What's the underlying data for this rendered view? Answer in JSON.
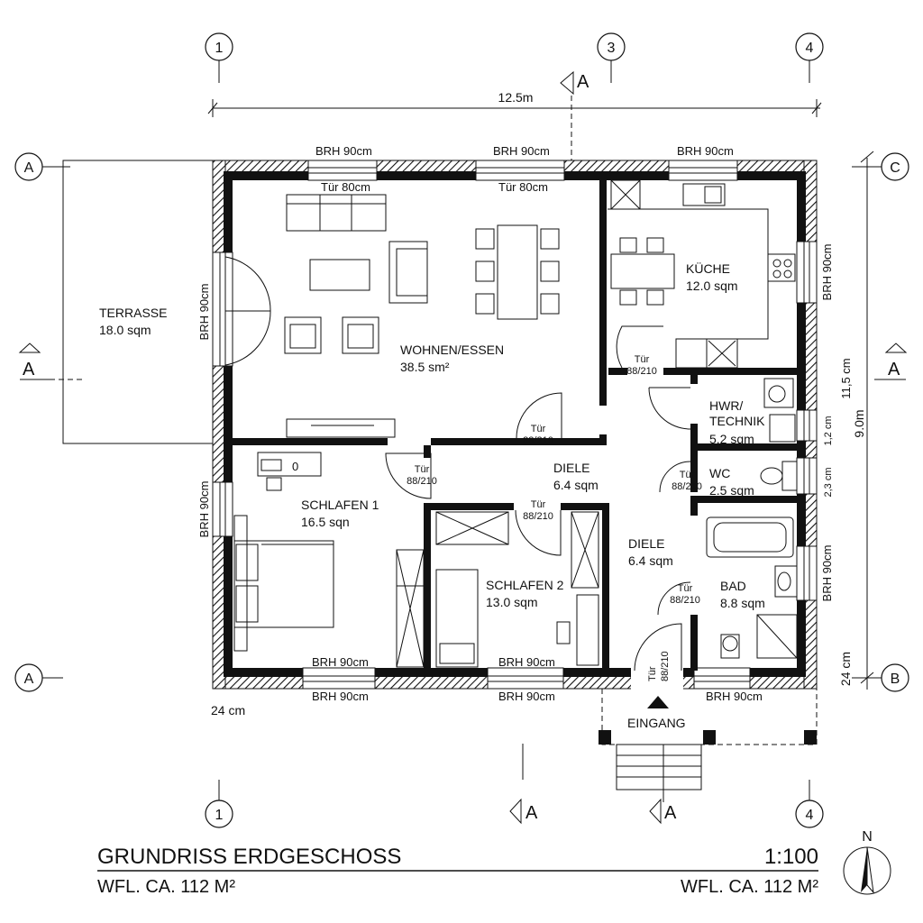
{
  "title": "GRUNDRISS ERDGESCHOSS",
  "scale": "1:100",
  "area_left": "WFL. CA. 112 M²",
  "area_right": "WFL. CA. 112 M²",
  "north": "N",
  "axes": {
    "top": [
      "1",
      "3",
      "4"
    ],
    "bottom": [
      "1",
      "4"
    ],
    "left": [
      "A",
      "A"
    ],
    "right": [
      "C",
      "B"
    ]
  },
  "section_marks": {
    "label": "A"
  },
  "dimensions": {
    "total_width": "12.5m",
    "total_height": "9.0m",
    "wall_bottom": "24 cm",
    "wall_right": "24 cm",
    "right_11_5": "11,5 cm",
    "right_1_2": "1,2 cm",
    "right_2_3": "2,3 cm"
  },
  "rooms": {
    "terrasse": {
      "name": "TERRASSE",
      "area": "18.0 sqm"
    },
    "wohnen": {
      "name": "WOHNEN/ESSEN",
      "area": "38.5 sm²"
    },
    "kueche": {
      "name": "KÜCHE",
      "area": "12.0 sqm"
    },
    "hwr": {
      "name1": "HWR/",
      "name2": "TECHNIK",
      "area": "5.2 sqm"
    },
    "wc": {
      "name": "WC",
      "area": "2.5 sqm"
    },
    "diele1": {
      "name": "DIELE",
      "area": "6.4 sqm"
    },
    "diele2": {
      "name": "DIELE",
      "area": "6.4 sqm"
    },
    "schlafen1": {
      "name": "SCHLAFEN 1",
      "area": "16.5 sqn"
    },
    "schlafen2": {
      "name": "SCHLAFEN 2",
      "area": "13.0 sqm"
    },
    "bad": {
      "name": "BAD",
      "area": "8.8 sqm"
    },
    "eingang": {
      "name": "EINGANG"
    }
  },
  "windows": {
    "brh": "BRH 90cm"
  },
  "doors": {
    "tuer80": "Tür 80cm",
    "tuer": "Tür",
    "size": "88/210"
  },
  "misc": {
    "desk_label": "0"
  }
}
